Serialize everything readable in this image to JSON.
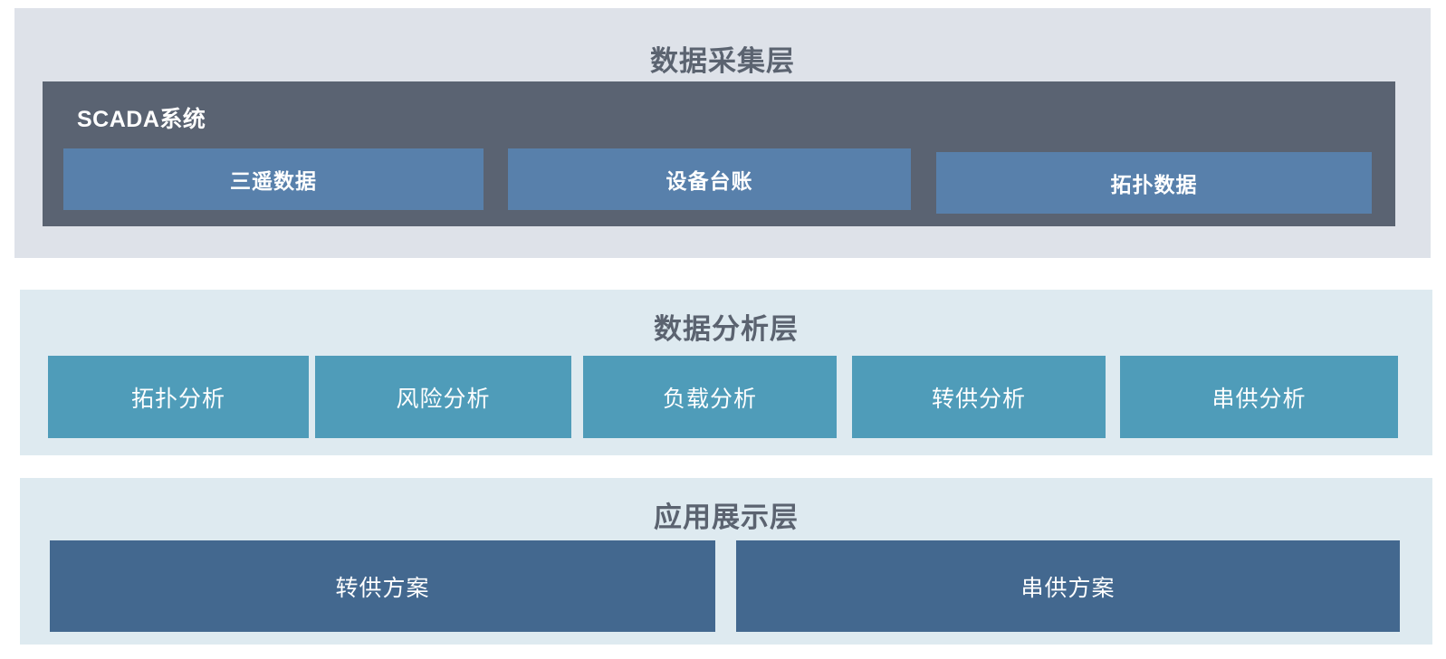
{
  "diagram": {
    "type": "layered-architecture",
    "background": "#ffffff",
    "layers": [
      {
        "id": "data-collection",
        "title": "数据采集层",
        "background": "#dee2e9",
        "title_color": "#5b6370",
        "panel": {
          "label": "SCADA系统",
          "background": "#5a6372",
          "label_color": "#ffffff",
          "boxes": [
            {
              "label": "三遥数据",
              "color": "#5880ab"
            },
            {
              "label": "设备台账",
              "color": "#5880ab"
            },
            {
              "label": "拓扑数据",
              "color": "#5880ab"
            }
          ]
        }
      },
      {
        "id": "data-analysis",
        "title": "数据分析层",
        "background": "#deeaf0",
        "title_color": "#5b6370",
        "boxes": [
          {
            "label": "拓扑分析",
            "color": "#4f9cb9"
          },
          {
            "label": "风险分析",
            "color": "#4f9cb9"
          },
          {
            "label": "负载分析",
            "color": "#4f9cb9"
          },
          {
            "label": "转供分析",
            "color": "#4f9cb9"
          },
          {
            "label": "串供分析",
            "color": "#4f9cb9"
          }
        ]
      },
      {
        "id": "application-presentation",
        "title": "应用展示层",
        "background": "#deeaf0",
        "title_color": "#5b6370",
        "boxes": [
          {
            "label": "转供方案",
            "color": "#43688f"
          },
          {
            "label": "串供方案",
            "color": "#43688f"
          }
        ]
      }
    ]
  }
}
